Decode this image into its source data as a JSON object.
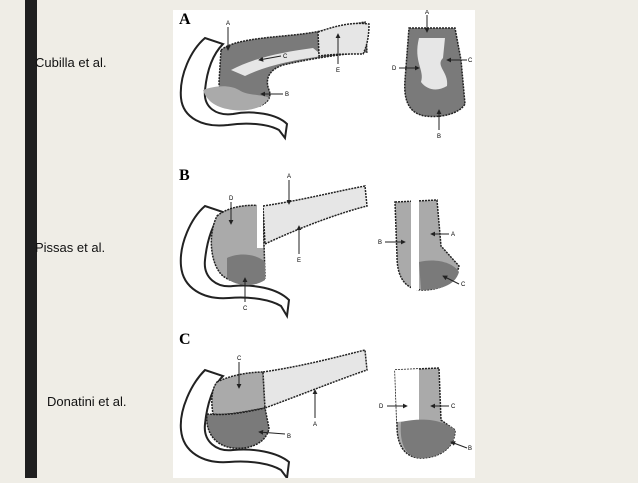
{
  "authors": [
    "Cubilla et al.",
    "Pissas et al.",
    "Donatini et al."
  ],
  "panels": [
    {
      "letter": "A",
      "main_labels": [
        "A",
        "C",
        "B",
        "E"
      ],
      "section_labels": [
        "A",
        "D",
        "C",
        "B"
      ]
    },
    {
      "letter": "B",
      "main_labels": [
        "D",
        "A",
        "E",
        "C"
      ],
      "section_labels": [
        "B",
        "A",
        "C"
      ]
    },
    {
      "letter": "C",
      "main_labels": [
        "C",
        "A",
        "B"
      ],
      "section_labels": [
        "D",
        "C",
        "B"
      ]
    }
  ],
  "colors": {
    "background": "#efede6",
    "sidebar": "#1f1f1f",
    "dark_region": "#7a7a7a",
    "mid_region": "#aaaaaa",
    "light_region": "#e6e6e6"
  }
}
